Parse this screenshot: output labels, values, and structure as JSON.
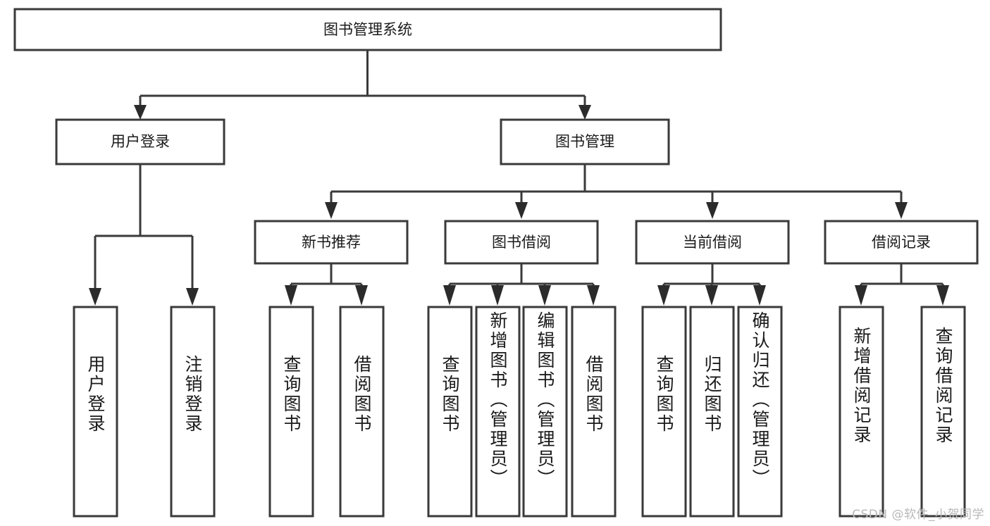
{
  "diagram": {
    "type": "hierarchy-tree",
    "title": "图书管理系统",
    "root": {
      "label": "图书管理系统",
      "children": [
        {
          "label": "用户登录",
          "children": [
            {
              "label": "用户登录"
            },
            {
              "label": "注销登录"
            }
          ]
        },
        {
          "label": "图书管理",
          "children": [
            {
              "label": "新书推荐",
              "children": [
                {
                  "label": "查询图书"
                },
                {
                  "label": "借阅图书"
                }
              ]
            },
            {
              "label": "图书借阅",
              "children": [
                {
                  "label": "查询图书"
                },
                {
                  "label": "新增图书（管理员）"
                },
                {
                  "label": "编辑图书（管理员）"
                },
                {
                  "label": "借阅图书"
                }
              ]
            },
            {
              "label": "当前借阅",
              "children": [
                {
                  "label": "查询图书"
                },
                {
                  "label": "归还图书"
                },
                {
                  "label": "确认归还（管理员）"
                }
              ]
            },
            {
              "label": "借阅记录",
              "children": [
                {
                  "label": "新增借阅记录"
                },
                {
                  "label": "查询借阅记录"
                }
              ]
            }
          ]
        }
      ]
    },
    "nodes": {
      "root": "图书管理系统",
      "level2": [
        "用户登录",
        "图书管理"
      ],
      "level3": [
        "新书推荐",
        "图书借阅",
        "当前借阅",
        "借阅记录"
      ],
      "leaves": [
        "用户登录",
        "注销登录",
        "查询图书",
        "借阅图书",
        "查询图书",
        "新增图书（管理员）",
        "编辑图书（管理员）",
        "借阅图书",
        "查询图书",
        "归还图书",
        "确认归还（管理员）",
        "新增借阅记录",
        "查询借阅记录"
      ]
    },
    "colors": {
      "box_stroke": "#3a3a3a",
      "box_fill": "#ffffff",
      "connector": "#3a3a3a",
      "text": "#1a1a1a",
      "background": "#ffffff",
      "watermark": "#b8b8b8"
    }
  },
  "watermark": {
    "text": "CSDN @软件_小贺同学"
  }
}
